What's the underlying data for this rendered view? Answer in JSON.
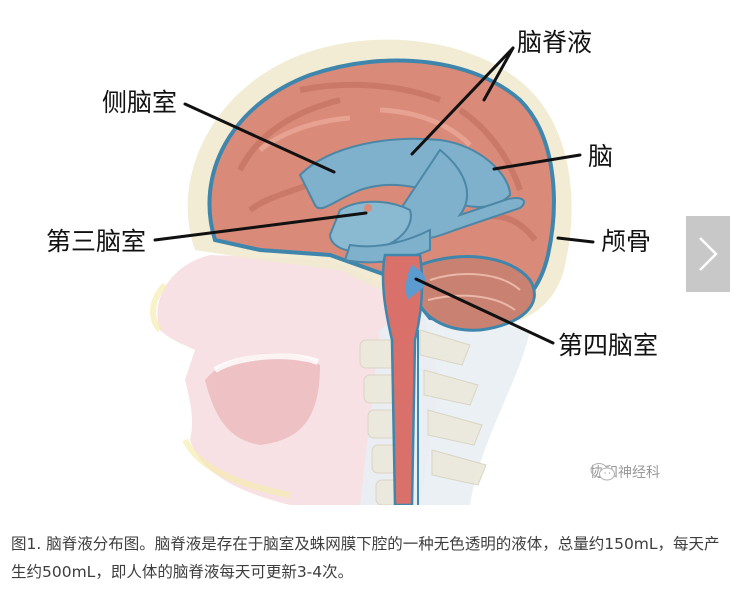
{
  "figure": {
    "labels": {
      "csf": "脑脊液",
      "lateral_ventricle": "侧脑室",
      "brain": "脑",
      "third_ventricle": "第三脑室",
      "skull": "颅骨",
      "fourth_ventricle": "第四脑室"
    },
    "watermark": "协和神经科",
    "next_button_icon": "chevron-right-icon",
    "colors": {
      "brain": "#d98a78",
      "ventricle": "#7fb0cc",
      "csf_outline": "#3f86ad",
      "spinal_cord": "#d9716a",
      "skull": "#f1ead0",
      "face": "#f3d2d4",
      "next_button_bg": "#c8c8c8"
    }
  },
  "caption": {
    "text": "图1. 脑脊液分布图。脑脊液是存在于脑室及蛛网膜下腔的一种无色透明的液体，总量约150mL，每天产生约500mL，即人体的脑脊液每天可更新3-4次。"
  }
}
